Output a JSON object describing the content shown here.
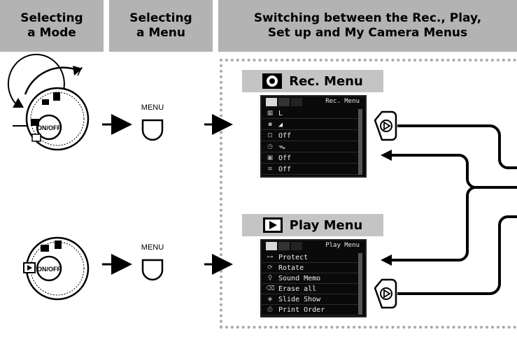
{
  "header": {
    "col1": [
      "Selecting",
      "a Mode"
    ],
    "col2": [
      "Selecting",
      "a Menu"
    ],
    "col3": [
      "Switching between the Rec., Play,",
      "Set up and My Camera Menus"
    ]
  },
  "dial": {
    "switch_label": "ON/OFF"
  },
  "menu_button_label": "MENU",
  "rec_menu": {
    "title": "Rec. Menu",
    "screen_title": "Rec. Menu",
    "items": [
      {
        "icon": "image-size",
        "value": "L"
      },
      {
        "icon": "compression",
        "value": "◢"
      },
      {
        "icon": "digital-zoom",
        "value": "Off"
      },
      {
        "icon": "self-timer",
        "value": "ᯓ"
      },
      {
        "icon": "review",
        "value": "Off"
      },
      {
        "icon": "af-assist",
        "value": "Off"
      }
    ]
  },
  "play_menu": {
    "title": "Play Menu",
    "screen_title": "Play Menu",
    "items": [
      {
        "icon": "protect",
        "value": "Protect"
      },
      {
        "icon": "rotate",
        "value": "Rotate"
      },
      {
        "icon": "sound-memo",
        "value": "Sound Memo"
      },
      {
        "icon": "erase-all",
        "value": "Erase all"
      },
      {
        "icon": "slide-show",
        "value": "Slide Show"
      },
      {
        "icon": "print-order",
        "value": "Print Order"
      }
    ]
  },
  "colors": {
    "header_bg": "#b3b3b3",
    "menu_title_bg": "#c4c4c4",
    "screen_bg": "#0a0a0a",
    "dots": "#a9a9a9"
  }
}
